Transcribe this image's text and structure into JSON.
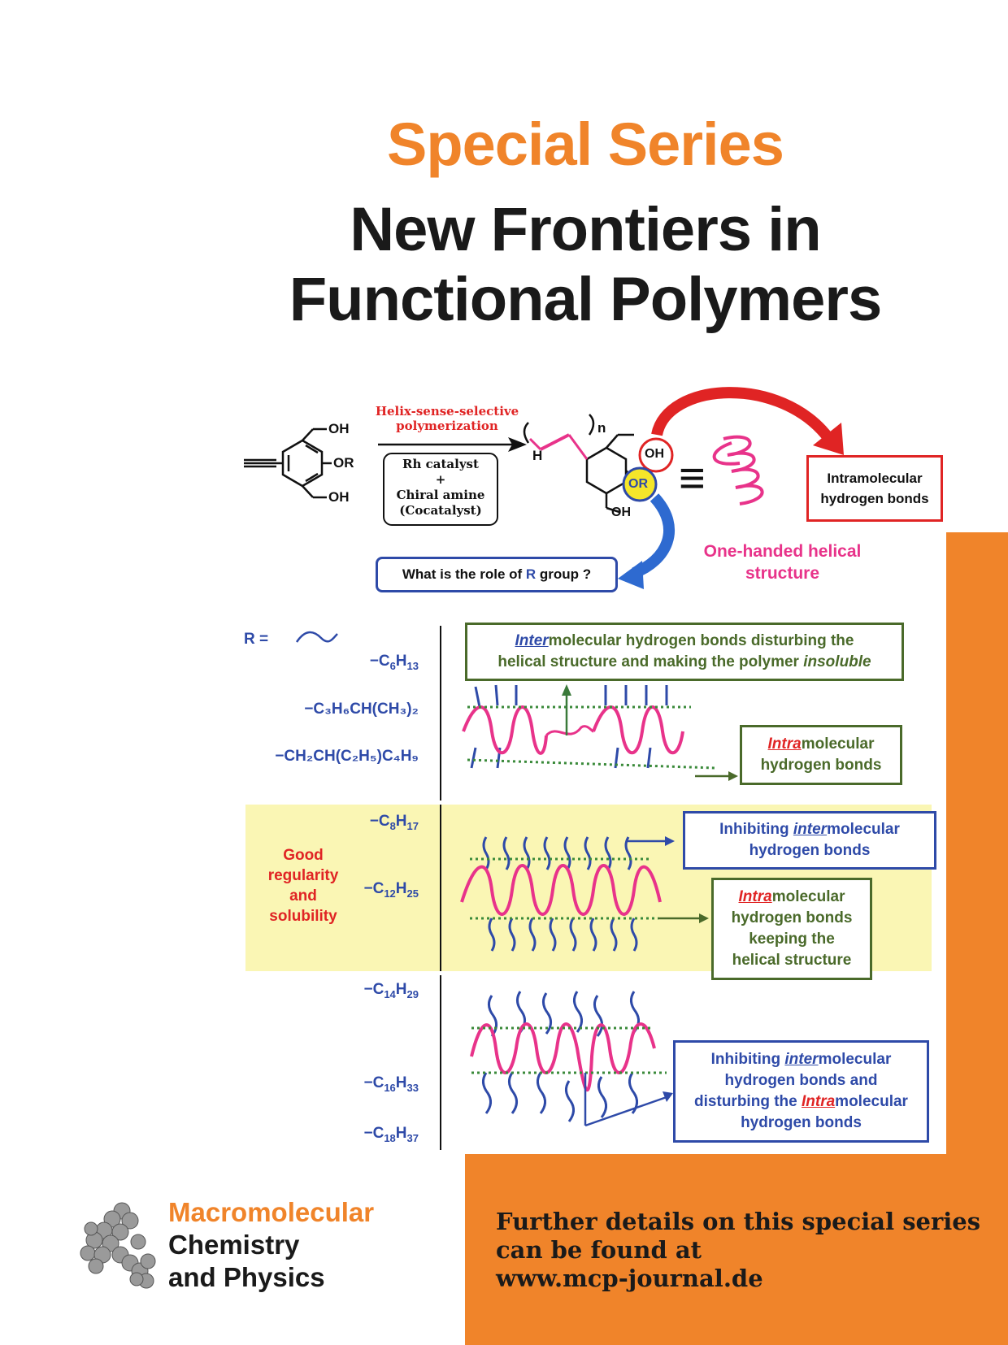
{
  "header": {
    "series": "Special Series",
    "title_line1": "New Frontiers in",
    "title_line2": "Functional Polymers"
  },
  "scheme": {
    "arrow_label_line1": "Helix-sense-selective",
    "arrow_label_line2": "polymerization",
    "catalyst_line1": "Rh catalyst",
    "catalyst_line2": "+",
    "catalyst_line3": "Chiral amine",
    "catalyst_line4": "(Cocatalyst)",
    "oh_top": "OH",
    "or_mid": "OR",
    "oh_bottom": "OH",
    "h_label": "H",
    "n_label": "n",
    "poly_oh": "OH",
    "poly_or": "OR",
    "poly_oh2": "OH",
    "equiv": "≡",
    "intramolecular_box_line1": "Intramolecular",
    "intramolecular_box_line2": "hydrogen bonds",
    "one_handed_line1": "One-handed helical",
    "one_handed_line2": "structure",
    "question_pre": "What is the role of ",
    "question_r": "R",
    "question_post": " group ?"
  },
  "r_groups": {
    "r_eq": "R =",
    "g1": {
      "main": "−C",
      "s1": "6",
      "m2": "H",
      "s2": "13"
    },
    "g2_text": "−C₃H₆CH(CH₃)₂",
    "g3_text": "−CH₂CH(C₂H₅)C₄H₉",
    "g4": {
      "main": "−C",
      "s1": "8",
      "m2": "H",
      "s2": "17"
    },
    "g5": {
      "main": "−C",
      "s1": "12",
      "m2": "H",
      "s2": "25"
    },
    "g6": {
      "main": "−C",
      "s1": "14",
      "m2": "H",
      "s2": "29"
    },
    "g7": {
      "main": "−C",
      "s1": "16",
      "m2": "H",
      "s2": "33"
    },
    "g8": {
      "main": "−C",
      "s1": "18",
      "m2": "H",
      "s2": "37"
    },
    "good_line1": "Good",
    "good_line2": "regularity",
    "good_line3": "and",
    "good_line4": "solubility"
  },
  "boxes": {
    "inter_pre": "Inter",
    "inter_line1_rest": "molecular hydrogen bonds disturbing the",
    "inter_line2_a": "helical structure and making the polymer ",
    "inter_line2_b": "insoluble",
    "intra1_pre": "Intra",
    "intra1_rest": "molecular",
    "intra1_line2": "hydrogen bonds",
    "inhib1_a": "Inhibiting ",
    "inhib1_b": "inter",
    "inhib1_c": "molecular",
    "inhib1_line2": "hydrogen bonds",
    "intra2_pre": "Intra",
    "intra2_rest": "molecular",
    "intra2_line2": "hydrogen bonds",
    "intra2_line3": "keeping the",
    "intra2_line4": "helical structure",
    "inhib2_a": "Inhibiting ",
    "inhib2_b": "inter",
    "inhib2_c": "molecular",
    "inhib2_line2": "hydrogen bonds and",
    "inhib2_line3_a": "disturbing the ",
    "inhib2_line3_b": "Intra",
    "inhib2_line3_c": "molecular",
    "inhib2_line4": "hydrogen bonds"
  },
  "journal": {
    "line1": "Macromolecular",
    "line2": "Chemistry",
    "line3": "and Physics"
  },
  "footer": {
    "line1": "Further details on this special series",
    "line2": "can be found at",
    "line3": "www.mcp-journal.de"
  },
  "colors": {
    "orange": "#f0842a",
    "red": "#e02424",
    "blue": "#2e4aa8",
    "green": "#4a6a2a",
    "magenta": "#e8338a",
    "yellow": "#faf6b4"
  }
}
